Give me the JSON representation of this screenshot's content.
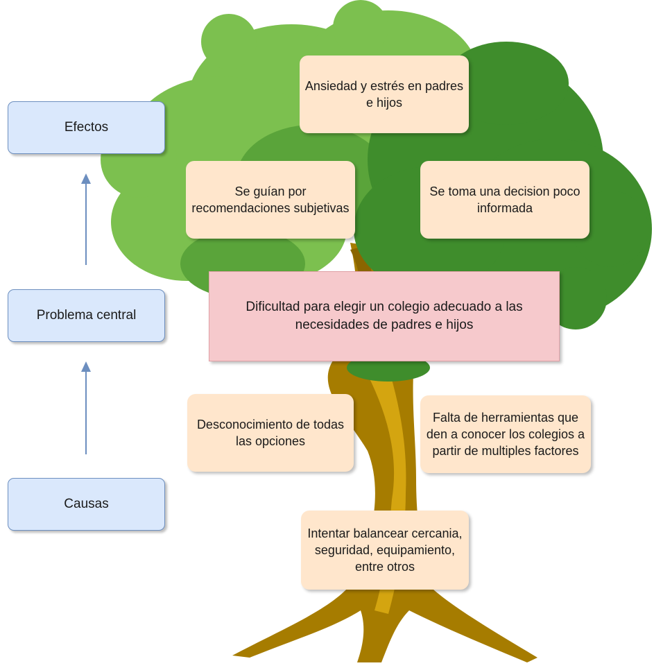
{
  "levels": {
    "effects": "Efectos",
    "central": "Problema central",
    "causes": "Causas"
  },
  "effects": {
    "e1": "Ansiedad y estrés en padres e hijos",
    "e2": "Se guían por recomendaciones subjetivas",
    "e3": "Se toma una decision poco informada"
  },
  "central_problem": "Dificultad para elegir un colegio adecuado a las necesidades de padres e hijos",
  "causes": {
    "c1": "Desconocimiento de todas las opciones",
    "c2": "Falta de herramientas que den a conocer los colegios a partir de multiples factores",
    "c3": "Intentar balancear cercania, seguridad, equipamiento, entre otros"
  },
  "colors": {
    "level_fill": "#dae8fc",
    "level_border": "#6c8ebf",
    "note_fill": "#ffe6cc",
    "central_fill": "#f6c9cc",
    "foliage_light": "#7cc04f",
    "foliage_dark": "#3f8d2c",
    "trunk": "#a67c00"
  }
}
